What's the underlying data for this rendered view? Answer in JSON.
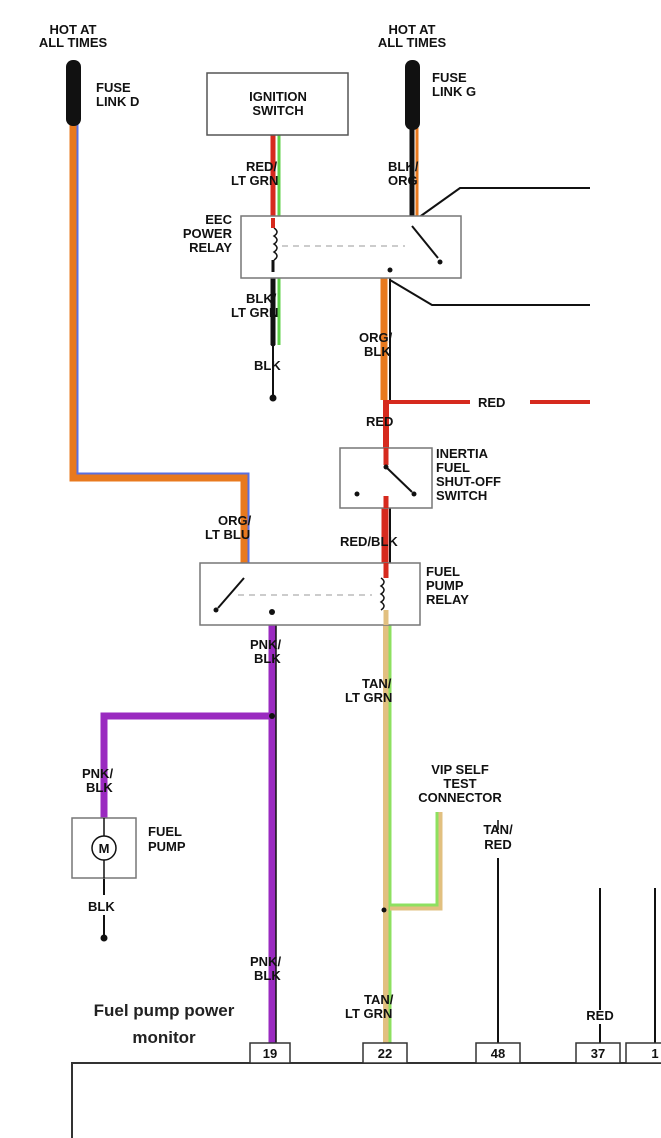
{
  "colors": {
    "orange": "#e8791e",
    "red": "#d62a1e",
    "green": "#5fd14a",
    "black": "#111111",
    "blue": "#5a6fe0",
    "purple": "#9a2ac0",
    "tan": "#e2c080",
    "lightgreen": "#8ee060"
  },
  "labels": {
    "hot_left_1": "HOT AT",
    "hot_left_2": "ALL TIMES",
    "hot_right_1": "HOT AT",
    "hot_right_2": "ALL TIMES",
    "fuse_d_1": "FUSE",
    "fuse_d_2": "LINK D",
    "fuse_g_1": "FUSE",
    "fuse_g_2": "LINK G",
    "ign_1": "IGNITION",
    "ign_2": "SWITCH",
    "red_ltgrn_1": "RED/",
    "red_ltgrn_2": "LT GRN",
    "blk_org_1": "BLK/",
    "blk_org_2": "ORG",
    "eec_1": "EEC",
    "eec_2": "POWER",
    "eec_3": "RELAY",
    "blk_ltgrn_1": "BLK/",
    "blk_ltgrn_2": "LT GRN",
    "org_blk_1": "ORG/",
    "org_blk_2": "BLK",
    "blk_ground_eec": "BLK",
    "red_center": "RED",
    "red_branch": "RED",
    "inertia_1": "INERTIA",
    "inertia_2": "FUEL",
    "inertia_3": "SHUT-OFF",
    "inertia_4": "SWITCH",
    "org_ltblu_1": "ORG/",
    "org_ltblu_2": "LT BLU",
    "red_blk": "RED/BLK",
    "fuel_pump_relay_1": "FUEL",
    "fuel_pump_relay_2": "PUMP",
    "fuel_pump_relay_3": "RELAY",
    "pnk_blk_top_1": "PNK/",
    "pnk_blk_top_2": "BLK",
    "tan_ltgrn_top_1": "TAN/",
    "tan_ltgrn_top_2": "LT GRN",
    "pnk_blk_left_1": "PNK/",
    "pnk_blk_left_2": "BLK",
    "fuel_pump_1": "FUEL",
    "fuel_pump_2": "PUMP",
    "motor": "M",
    "blk_ground_pump": "BLK",
    "vip_1": "VIP SELF",
    "vip_2": "TEST",
    "vip_3": "CONNECTOR",
    "tan_red_1": "TAN/",
    "tan_red_2": "RED",
    "pnk_blk_bottom_1": "PNK/",
    "pnk_blk_bottom_2": "BLK",
    "tan_ltgrn_bottom_1": "TAN/",
    "tan_ltgrn_bottom_2": "LT GRN",
    "red_pin37": "RED",
    "caption_1": "Fuel pump power",
    "caption_2": "monitor"
  },
  "pins": {
    "p19": "19",
    "p22": "22",
    "p48": "48",
    "p37": "37",
    "p1": "1"
  }
}
